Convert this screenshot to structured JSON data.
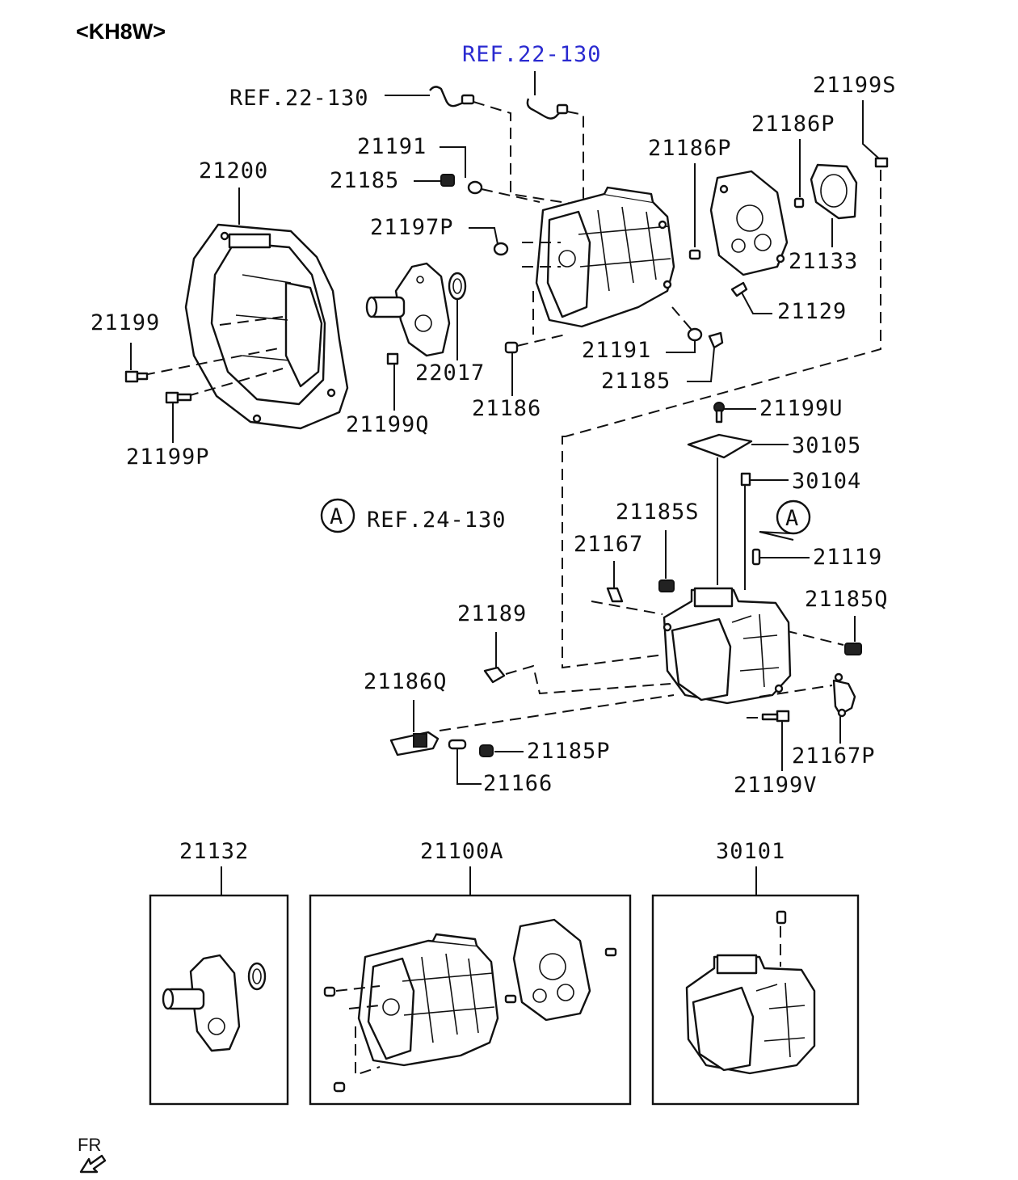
{
  "header": {
    "title": "<KH8W>"
  },
  "references": {
    "ref_top_blue": "REF.22-130",
    "ref_top_left": "REF.22-130",
    "ref_a": "REF.24-130",
    "circle_a": "A",
    "circle_a2": "A"
  },
  "labels": {
    "p21199S": "21199S",
    "p21186P_a": "21186P",
    "p21186P_b": "21186P",
    "p21191_a": "21191",
    "p21185_a": "21185",
    "p21200": "21200",
    "p21197P": "21197P",
    "p21133": "21133",
    "p21129": "21129",
    "p21199": "21199",
    "p22017": "22017",
    "p21191_b": "21191",
    "p21185_b": "21185",
    "p21186": "21186",
    "p21199Q": "21199Q",
    "p21199P": "21199P",
    "p21199U": "21199U",
    "p30105": "30105",
    "p30104": "30104",
    "p21185S": "21185S",
    "p21167": "21167",
    "p21119": "21119",
    "p21185Q": "21185Q",
    "p21189": "21189",
    "p21186Q": "21186Q",
    "p21185P": "21185P",
    "p21166": "21166",
    "p21167P": "21167P",
    "p21199V": "21199V"
  },
  "assemblies": {
    "box1": "21132",
    "box2": "21100A",
    "box3": "30101"
  },
  "footer": {
    "direction": "FR",
    "arrow_icon": "front-direction-arrow-icon"
  },
  "colors": {
    "ref_blue": "#2a2ad0",
    "line": "#111111"
  }
}
